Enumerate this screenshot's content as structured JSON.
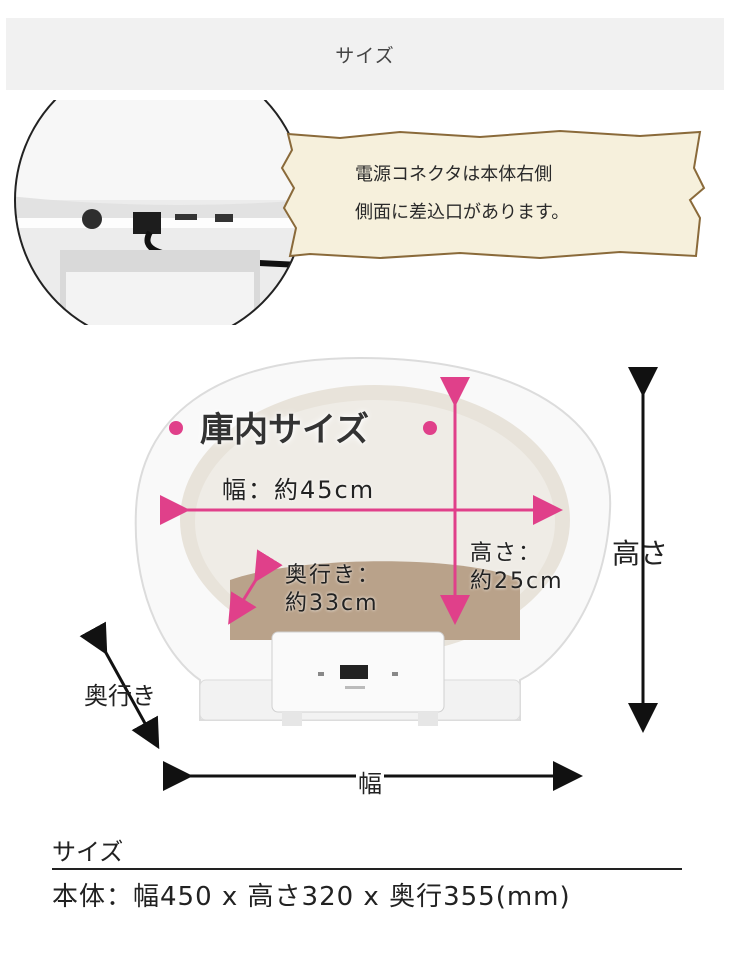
{
  "header": {
    "title": "サイズ"
  },
  "note": {
    "line1": "電源コネクタは本体右側",
    "line2": "側面に差込口があります。"
  },
  "dimensions": {
    "inner_title": "庫内サイズ",
    "inner_width": "幅：約45cm",
    "inner_height_1": "高さ：",
    "inner_height_2": "約25cm",
    "inner_depth_1": "奥行き：",
    "inner_depth_2": "約33cm",
    "outer_height": "高さ",
    "outer_depth": "奥行き",
    "outer_width": "幅"
  },
  "spec": {
    "heading": "サイズ",
    "line": "本体：幅450 x 高さ320 x 奥行355(mm)"
  },
  "colors": {
    "accent_pink": "#e0408a",
    "header_bg": "#f1f1f1",
    "parchment": "#f6f0dc",
    "arrow_black": "#111111"
  }
}
